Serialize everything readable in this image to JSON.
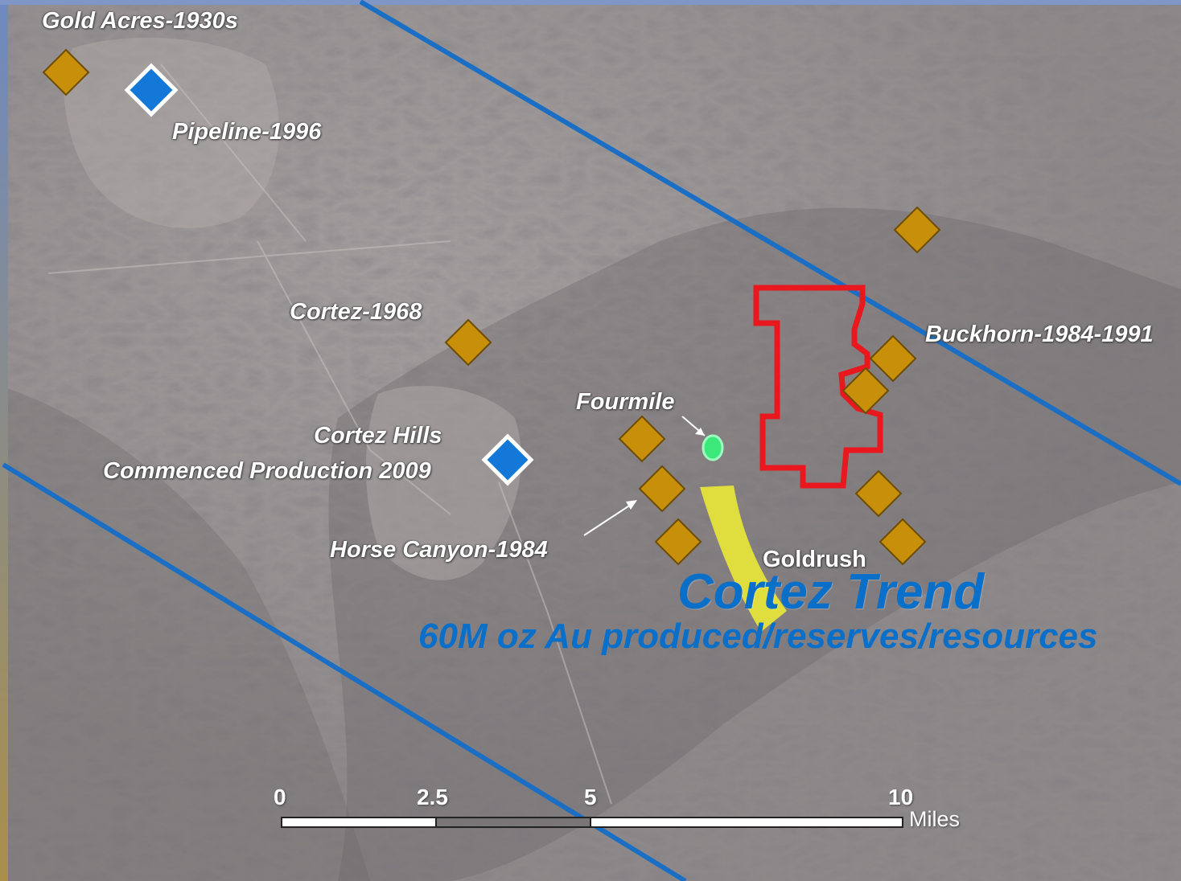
{
  "colors": {
    "trend_line": "#1a6fc4",
    "historic_mine": "#c8900a",
    "active_mine": "#1478d8",
    "property_outline": "#e8181e",
    "goldrush_zone": "#e8e63a",
    "fourmile_target": "#3de87a",
    "terrain": "#8f8a8c"
  },
  "labels": {
    "gold_acres": "Gold Acres-1930s",
    "pipeline": "Pipeline-1996",
    "cortez": "Cortez-1968",
    "buckhorn": "Buckhorn-1984-1991",
    "fourmile": "Fourmile",
    "cortez_hills": "Cortez Hills",
    "commenced": "Commenced Production 2009",
    "horse_canyon": "Horse Canyon-1984",
    "goldrush": "Goldrush"
  },
  "trend": {
    "title": "Cortez Trend",
    "subtitle": "60M oz Au produced/reserves/resources"
  },
  "scale_bar": {
    "ticks": [
      "0",
      "2.5",
      "5",
      "10"
    ],
    "unit": "Miles"
  },
  "icons": {
    "historic_mine": "gold-diamond-icon",
    "active_mine": "blue-diamond-icon"
  }
}
